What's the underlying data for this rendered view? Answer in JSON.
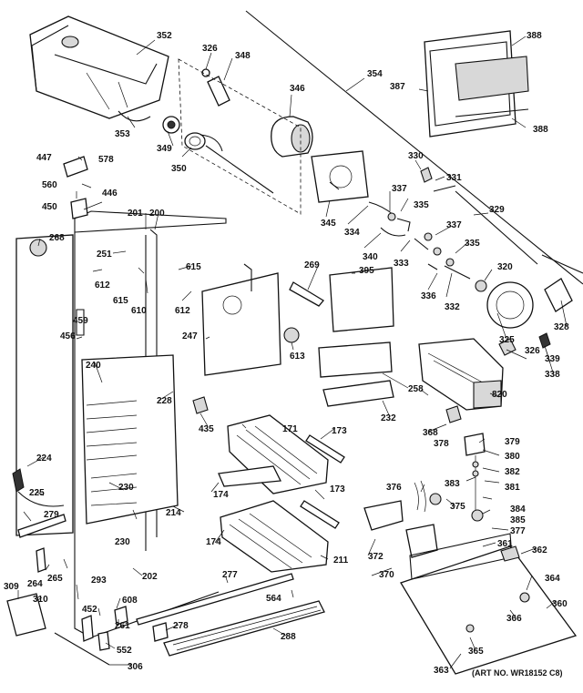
{
  "labels": {
    "l352": "352",
    "l326a": "326",
    "l348": "348",
    "l346": "346",
    "l354": "354",
    "l387": "387",
    "l388a": "388",
    "l388b": "388",
    "l353": "353",
    "l349": "349",
    "l350": "350",
    "l447": "447",
    "l578": "578",
    "l560": "560",
    "l446": "446",
    "l450": "450",
    "l330": "330",
    "l331": "331",
    "l337a": "337",
    "l335a": "335",
    "l345": "345",
    "l334": "334",
    "l329": "329",
    "l337b": "337",
    "l335b": "335",
    "l340": "340",
    "l333": "333",
    "l320": "320",
    "l336": "336",
    "l332": "332",
    "l201": "201",
    "l200": "200",
    "l268": "268",
    "l251": "251",
    "l612a": "612",
    "l615a": "615",
    "l615b": "615",
    "l610": "610",
    "l612b": "612",
    "l269": "269",
    "l395": "395",
    "l328": "328",
    "l325": "325",
    "l326b": "326",
    "l339": "339",
    "l338": "338",
    "l459": "459",
    "l456": "456",
    "l247": "247",
    "l613": "613",
    "l240": "240",
    "l228": "228",
    "l258": "258",
    "l820": "820",
    "l435": "435",
    "l232": "232",
    "l368": "368",
    "l171": "171",
    "l173a": "173",
    "l378": "378",
    "l379": "379",
    "l380": "380",
    "l224": "224",
    "l382": "382",
    "l225": "225",
    "l230a": "230",
    "l174a": "174",
    "l173b": "173",
    "l376": "376",
    "l383": "383",
    "l375": "375",
    "l381": "381",
    "l384": "384",
    "l385": "385",
    "l279": "279",
    "l214": "214",
    "l230b": "230",
    "l174b": "174",
    "l377": "377",
    "l372": "372",
    "l361": "361",
    "l362": "362",
    "l264": "264",
    "l265": "265",
    "l211": "211",
    "l370": "370",
    "l202": "202",
    "l293": "293",
    "l277": "277",
    "l364": "364",
    "l309": "309",
    "l310": "310",
    "l608": "608",
    "l564": "564",
    "l360": "360",
    "l452": "452",
    "l261": "261",
    "l278": "278",
    "l288": "288",
    "l366": "366",
    "l552": "552",
    "l365": "365",
    "l306": "306",
    "l363": "363"
  },
  "art_number": "(ART NO. WR18152 C8)"
}
